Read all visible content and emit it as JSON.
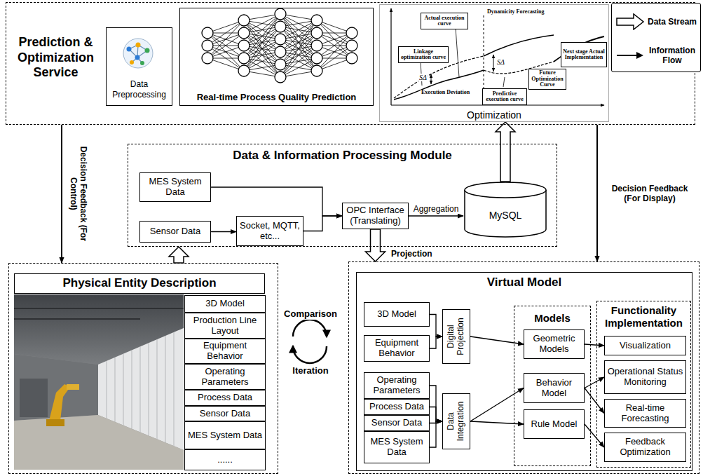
{
  "diagram": {
    "nodes": [
      {
        "text": [
          "Prediction & Optimization Service"
        ]
      },
      {
        "text": [
          "Data Preprocessing"
        ],
        "in": 0
      },
      {
        "text": [
          "Real-time Process Quality Prediction"
        ],
        "in": 0
      },
      {
        "text": [
          "Optimization"
        ],
        "in": 0
      },
      {
        "text": [
          "Actual execution curve"
        ],
        "in": 3
      },
      {
        "text": [
          "Linkage optimization curve"
        ],
        "in": 3
      },
      {
        "text": [
          "Future Optimization Curve"
        ],
        "in": 3
      },
      {
        "text": [
          "Next stage Actual Implementation"
        ],
        "in": 3
      },
      {
        "text": [
          "Predictive execution curve"
        ],
        "in": 3
      },
      {
        "text": [
          "Data & Information Processing Module"
        ]
      },
      {
        "text": [
          "MES System Data"
        ],
        "in": 9
      },
      {
        "text": [
          "Sensor Data"
        ],
        "in": 9
      },
      {
        "text": [
          "Socket, MQTT, etc..."
        ],
        "in": 9
      },
      {
        "text": [
          "OPC Interface (Translating)"
        ],
        "in": 9
      },
      {
        "text": [
          "MySQL"
        ],
        "in": 9
      },
      {
        "text": [
          "Physical Entity Description"
        ]
      },
      {
        "text": [
          "3D Model"
        ],
        "in": 15
      },
      {
        "text": [
          "Production Line Layout"
        ],
        "in": 15
      },
      {
        "text": [
          "Equipment Behavior"
        ],
        "in": 15
      },
      {
        "text": [
          "Operating Parameters"
        ],
        "in": 15
      },
      {
        "text": [
          "Process Data"
        ],
        "in": 15
      },
      {
        "text": [
          "Sensor Data"
        ],
        "in": 15
      },
      {
        "text": [
          "MES System Data"
        ],
        "in": 15
      },
      {
        "text": [
          "......"
        ],
        "in": 15
      },
      {
        "text": [
          "Virtual Model"
        ]
      },
      {
        "text": [
          "3D Model"
        ],
        "in": 24
      },
      {
        "text": [
          "Equipment Behavior"
        ],
        "in": 24
      },
      {
        "text": [
          "Digital Projection"
        ],
        "in": 24
      },
      {
        "text": [
          "Operating Parameters"
        ],
        "in": 24
      },
      {
        "text": [
          "Process Data"
        ],
        "in": 24
      },
      {
        "text": [
          "Sensor Data"
        ],
        "in": 24
      },
      {
        "text": [
          "MES System Data"
        ],
        "in": 24
      },
      {
        "text": [
          "Data Integration"
        ],
        "in": 24
      },
      {
        "text": [
          "Models"
        ],
        "in": 24
      },
      {
        "text": [
          "Geometric Models"
        ],
        "in": 33
      },
      {
        "text": [
          "Behavior Model"
        ],
        "in": 33
      },
      {
        "text": [
          "Rule Model"
        ],
        "in": 33
      },
      {
        "text": [
          "Functionality Implementation"
        ],
        "in": 24
      },
      {
        "text": [
          "Visualization"
        ],
        "in": 37
      },
      {
        "text": [
          "Operational Status Monitoring"
        ],
        "in": 37
      },
      {
        "text": [
          "Real-time Forecasting"
        ],
        "in": 37
      },
      {
        "text": [
          "Feedback Optimization"
        ],
        "in": 37
      }
    ],
    "edges": [
      {
        "from": 10,
        "to": 13,
        "arrow": "to"
      },
      {
        "from": 11,
        "to": 12,
        "arrow": "to"
      },
      {
        "from": 12,
        "to": 13,
        "arrow": "to"
      },
      {
        "from": 13,
        "to": 14,
        "arrow": "to",
        "label": "Aggregation"
      },
      {
        "from": 14,
        "to": 3,
        "arrow": "to"
      },
      {
        "from": 15,
        "to": 9,
        "arrow": "to"
      },
      {
        "from": 13,
        "to": 24,
        "arrow": "to",
        "label": "Projection"
      },
      {
        "from": 0,
        "to": 15,
        "arrow": "to",
        "label": "Decision Feedback (For Control)"
      },
      {
        "from": 0,
        "to": 24,
        "arrow": "to",
        "label": "Decision Feedback (For Display)"
      },
      {
        "from": 25,
        "to": 27,
        "arrow": "to"
      },
      {
        "from": 26,
        "to": 27,
        "arrow": "to"
      },
      {
        "from": 28,
        "to": 32,
        "arrow": "to"
      },
      {
        "from": 29,
        "to": 32,
        "arrow": "to"
      },
      {
        "from": 30,
        "to": 32,
        "arrow": "to"
      },
      {
        "from": 31,
        "to": 32,
        "arrow": "to"
      },
      {
        "from": 27,
        "to": 34,
        "arrow": "to"
      },
      {
        "from": 32,
        "to": 35,
        "arrow": "to"
      },
      {
        "from": 32,
        "to": 36,
        "arrow": "to"
      },
      {
        "from": 34,
        "to": 38,
        "arrow": "to"
      },
      {
        "from": 35,
        "to": 39,
        "arrow": "to"
      },
      {
        "from": 35,
        "to": 40,
        "arrow": "to"
      },
      {
        "from": 36,
        "to": 41,
        "arrow": "to"
      }
    ],
    "labels": [
      "Dynamicity Forecasting",
      "Execution Deviation",
      "SΔ",
      "SΔ",
      "Comparison",
      "Iteration"
    ],
    "legend": [
      {
        "text": "Data Stream"
      },
      {
        "text": "Information Flow"
      }
    ]
  }
}
